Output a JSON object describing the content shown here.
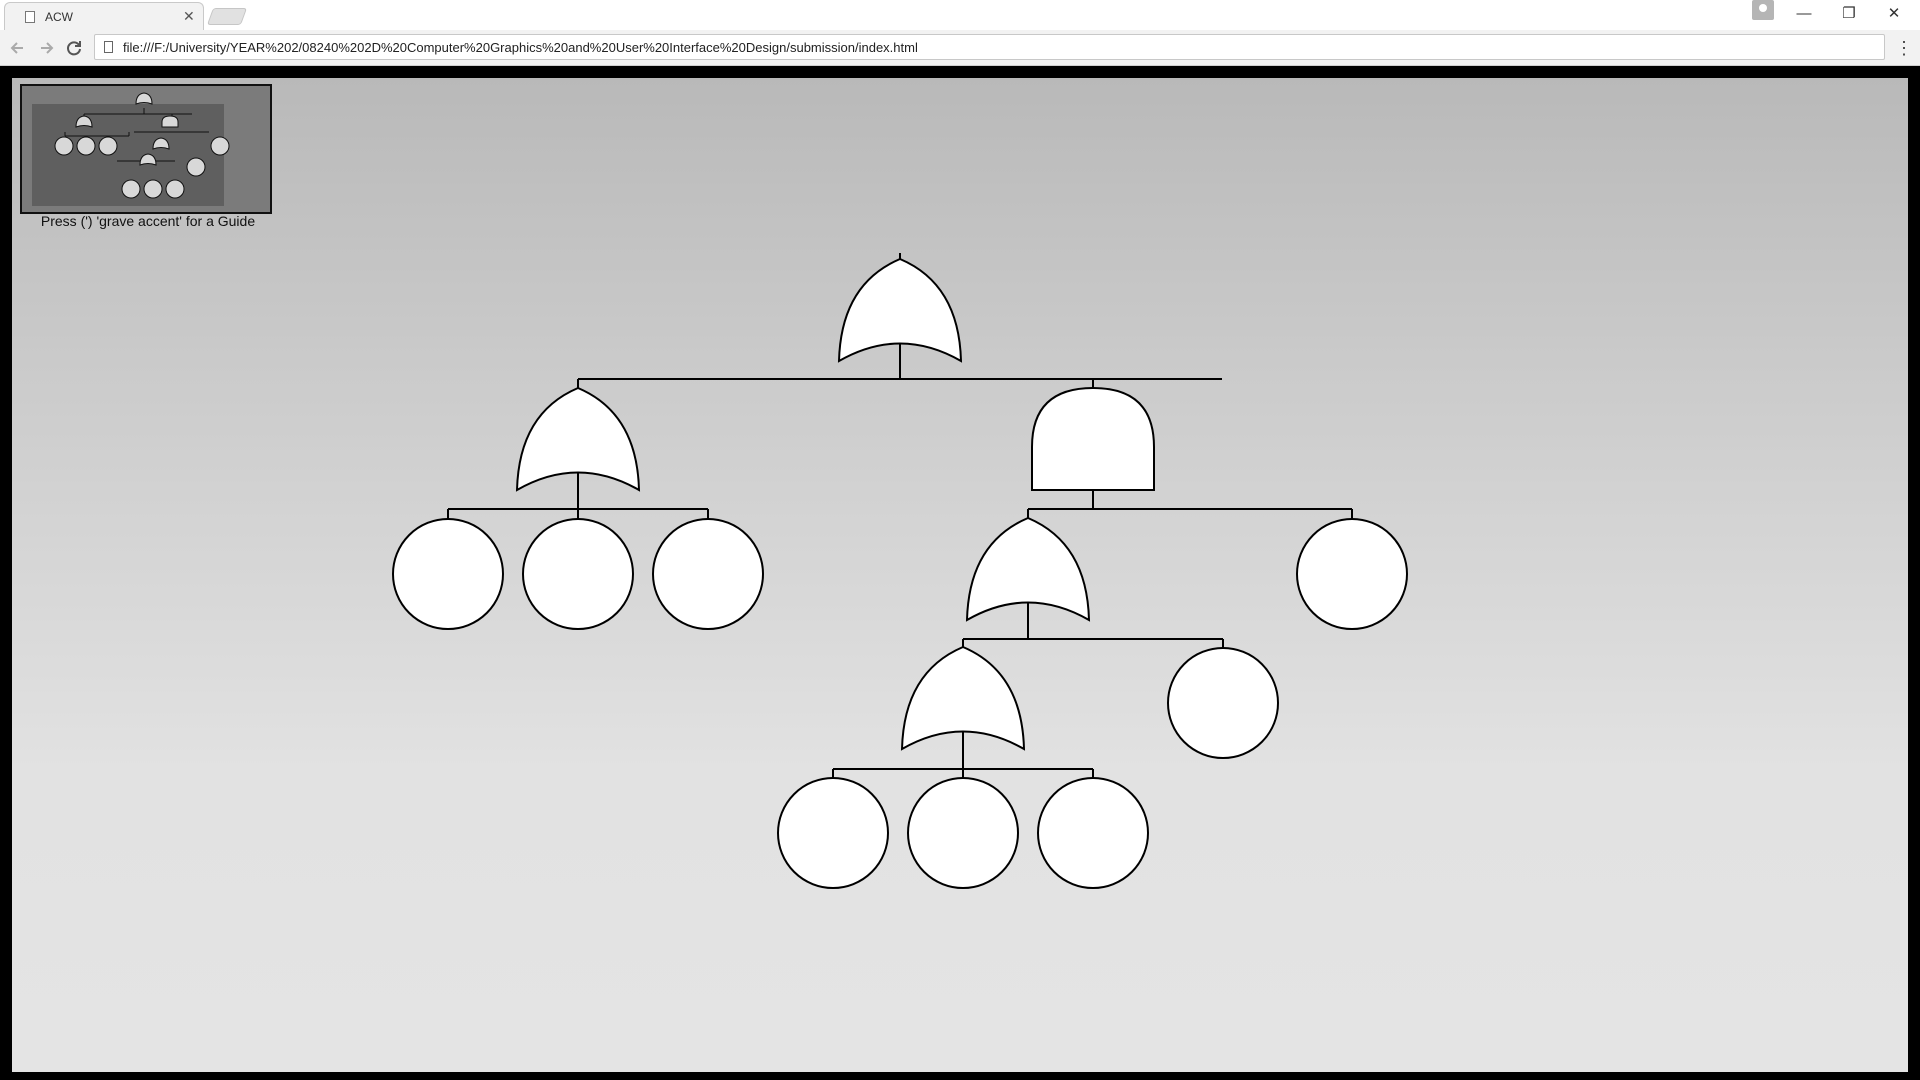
{
  "browser": {
    "tab_title": "ACW",
    "tab_close": "✕",
    "url": "file:///F:/University/YEAR%202/08240%202D%20Computer%20Graphics%20and%20User%20Interface%20Design/submission/index.html",
    "back_icon": "arrow-left-icon",
    "forward_icon": "arrow-right-icon",
    "reload_icon": "reload-icon",
    "window_controls": {
      "minimize": "—",
      "restore": "❐",
      "close": "✕"
    },
    "menu": "⋮"
  },
  "page": {
    "guide_text": "Press (') 'grave accent' for a Guide",
    "colors": {
      "background_top": "#b9b9b9",
      "background_bottom": "#e4e4e4",
      "node_fill": "#ffffff",
      "stroke": "#000000",
      "minimap_bg": "#7b7b7b"
    }
  },
  "tree": {
    "nodes": [
      {
        "id": "root",
        "type": "or-gate",
        "children": [
          "or1",
          "and1"
        ]
      },
      {
        "id": "or1",
        "type": "or-gate",
        "children": [
          "e1",
          "e2",
          "e3"
        ]
      },
      {
        "id": "and1",
        "type": "and-gate",
        "children": [
          "or2",
          "e4"
        ]
      },
      {
        "id": "or2",
        "type": "or-gate",
        "children": [
          "or3",
          "e5"
        ]
      },
      {
        "id": "or3",
        "type": "or-gate",
        "children": [
          "e6",
          "e7",
          "e8"
        ]
      },
      {
        "id": "e1",
        "type": "basic-event"
      },
      {
        "id": "e2",
        "type": "basic-event"
      },
      {
        "id": "e3",
        "type": "basic-event"
      },
      {
        "id": "e4",
        "type": "basic-event"
      },
      {
        "id": "e5",
        "type": "basic-event"
      },
      {
        "id": "e6",
        "type": "basic-event"
      },
      {
        "id": "e7",
        "type": "basic-event"
      },
      {
        "id": "e8",
        "type": "basic-event"
      }
    ]
  }
}
